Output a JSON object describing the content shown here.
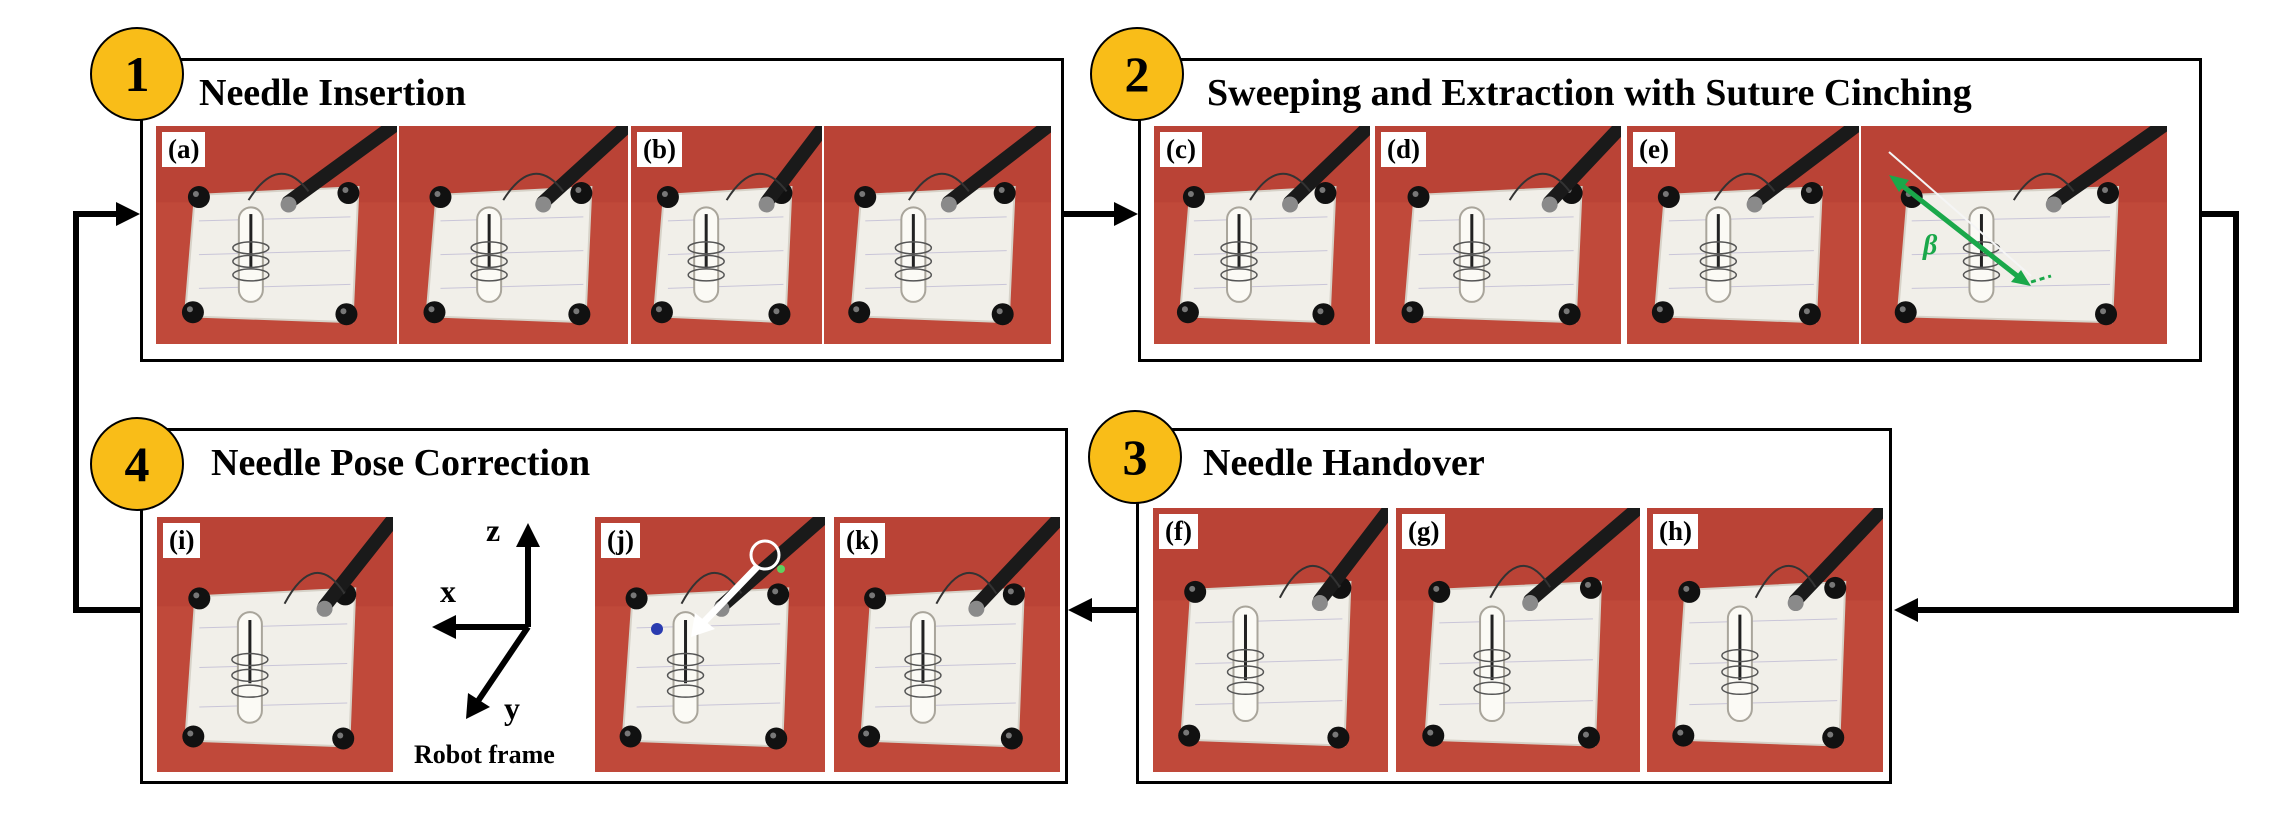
{
  "stages": [
    {
      "number": "1",
      "title": "Needle Insertion"
    },
    {
      "number": "2",
      "title": "Sweeping and Extraction with Suture Cinching"
    },
    {
      "number": "3",
      "title": "Needle Handover"
    },
    {
      "number": "4",
      "title": "Needle Pose Correction"
    }
  ],
  "frame_labels": {
    "a": "(a)",
    "b": "(b)",
    "c": "(c)",
    "d": "(d)",
    "e": "(e)",
    "f": "(f)",
    "g": "(g)",
    "h": "(h)",
    "i": "(i)",
    "j": "(j)",
    "k": "(k)"
  },
  "angle_symbol": "β",
  "axes": {
    "z": "z",
    "x": "x",
    "y": "y",
    "caption": "Robot frame"
  },
  "colors": {
    "badge": "#f9bd18",
    "photo_background": "#c0493a",
    "angle_marker": "#1aa84a"
  }
}
